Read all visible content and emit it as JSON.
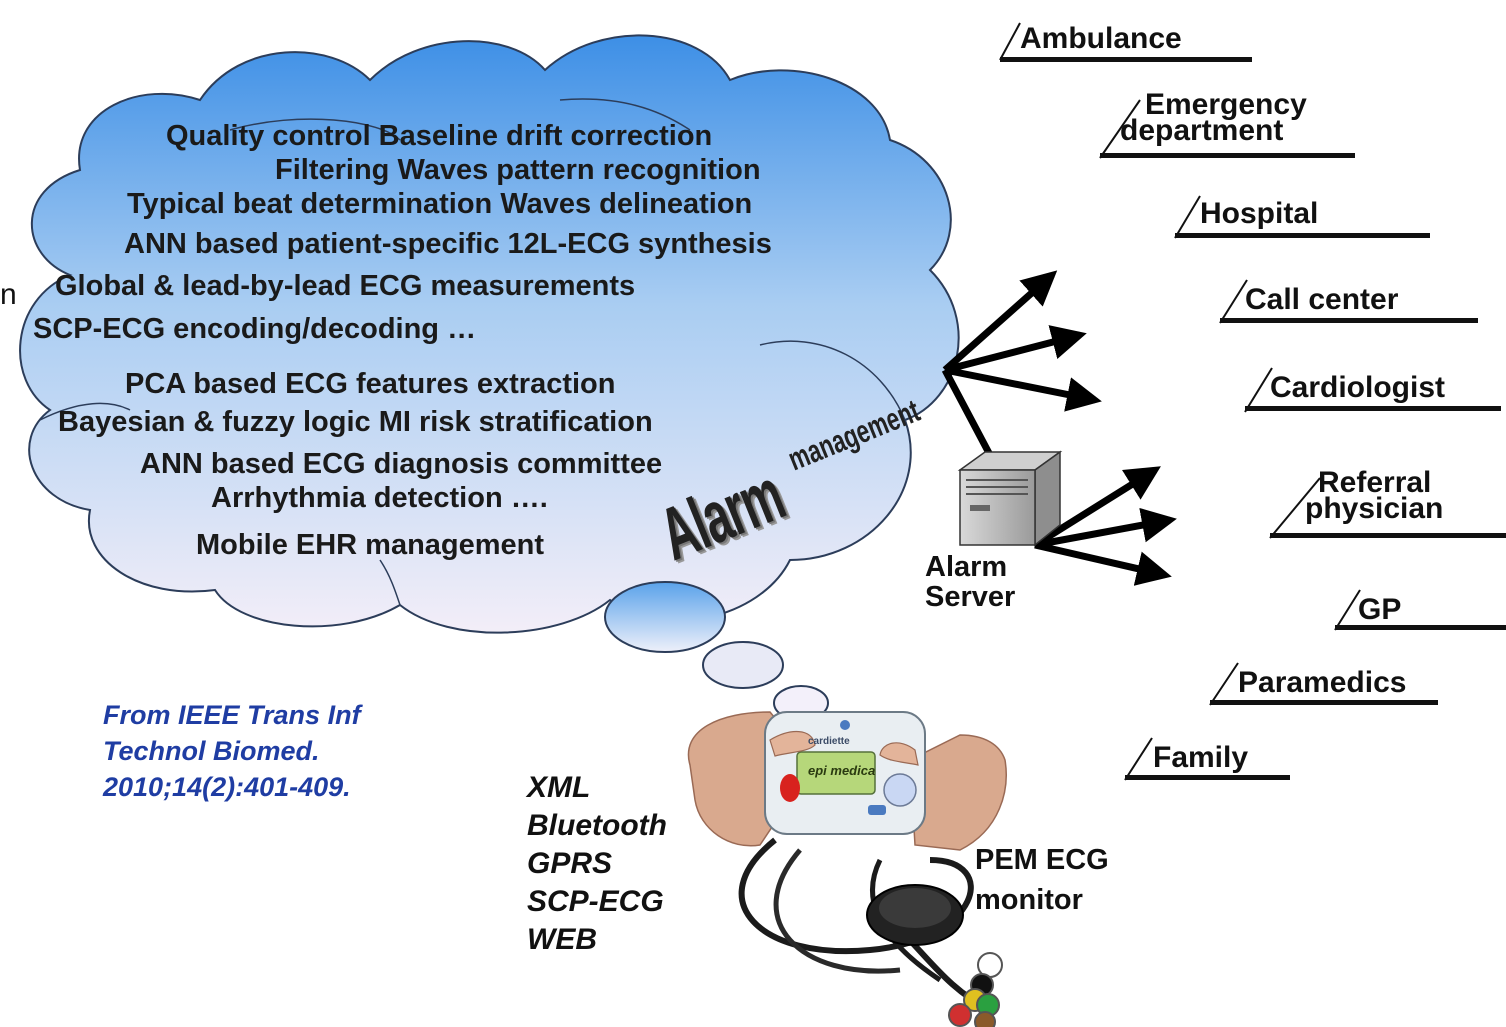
{
  "cloud": {
    "lines": [
      "Quality control     Baseline drift correction",
      "Filtering    Waves pattern recognition",
      "Typical beat determination       Waves delineation",
      "ANN based patient-specific 12L-ECG synthesis",
      "Global & lead-by-lead ECG measurements",
      "SCP-ECG encoding/decoding …",
      "PCA based ECG features extraction",
      "Bayesian & fuzzy logic MI risk stratification",
      "ANN based ECG diagnosis committee",
      "Arrhythmia  detection ….",
      "Mobile EHR management"
    ],
    "alarm_word": "Alarm",
    "management_word": "management"
  },
  "server": {
    "label_line1": "Alarm",
    "label_line2": "Server"
  },
  "device": {
    "label_line1": "PEM ECG",
    "label_line2": "monitor",
    "screen_text": "epi medica",
    "brand_text": "cardiette"
  },
  "protocols": [
    "XML",
    "Bluetooth",
    "GPRS",
    "SCP-ECG",
    "WEB"
  ],
  "citation": {
    "line1": "From IEEE Trans Inf",
    "line2": "Technol Biomed.",
    "line3": "2010;14(2):401-409."
  },
  "destinations": [
    {
      "label": "Ambulance"
    },
    {
      "label_line1": "Emergency",
      "label_line2": "department"
    },
    {
      "label": "Hospital"
    },
    {
      "label": "Call center"
    },
    {
      "label": "Cardiologist"
    },
    {
      "label_line1": "Referral",
      "label_line2": "physician"
    },
    {
      "label": "GP"
    },
    {
      "label": "Paramedics"
    },
    {
      "label": "Family"
    }
  ],
  "clipped_text": "n",
  "colors": {
    "cloud_top": "#3d8fe6",
    "cloud_bottom": "#f3eef8",
    "citation": "#1f3da3",
    "arrow": "#000000"
  }
}
